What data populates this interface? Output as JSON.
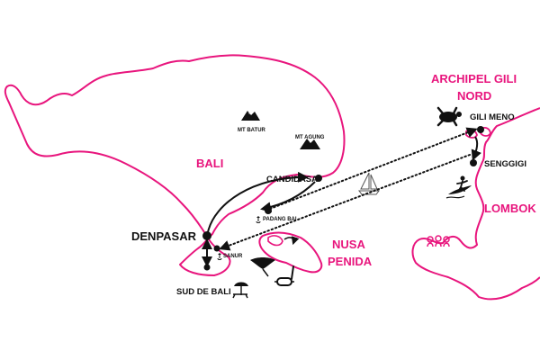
{
  "colors": {
    "accent": "#e8157d",
    "ink": "#111111",
    "background": "#ffffff"
  },
  "regions": {
    "bali": "BALI",
    "gili_line1": "ARCHIPEL GILI",
    "gili_line2": "NORD",
    "lombok": "LOMBOK",
    "nusa_line1": "NUSA",
    "nusa_line2": "PENIDA"
  },
  "places": {
    "denpasar": "DENPASAR",
    "candidasa": "CANDIDASA",
    "padang_bai": "PADANG BAI",
    "sanur": "SANUR",
    "sud_de_bali": "SUD DE BALI",
    "gili_meno": "GILI MENO",
    "senggigi": "SENGGIGI",
    "mt_batur": "MT BATUR",
    "mt_agung": "MT AGUNG"
  },
  "icons": [
    "mountain-icon",
    "turtle-icon",
    "surfer-icon",
    "sailboat-icon",
    "manta-ray-icon",
    "snorkel-mask-icon",
    "beach-umbrella-icon",
    "anchor-icon",
    "family-icon"
  ],
  "routes": [
    {
      "from": "DENPASAR",
      "to": "CANDIDASA",
      "style": "solid"
    },
    {
      "from": "CANDIDASA",
      "to": "PADANG BAI",
      "style": "solid"
    },
    {
      "from": "PADANG BAI",
      "to": "GILI MENO",
      "style": "dotted"
    },
    {
      "from": "SENGGIGI",
      "to": "SANUR",
      "style": "dotted"
    },
    {
      "from": "GILI MENO",
      "to": "SENGGIGI",
      "style": "solid"
    },
    {
      "from": "DENPASAR",
      "to": "SUD DE BALI",
      "style": "solid"
    }
  ]
}
